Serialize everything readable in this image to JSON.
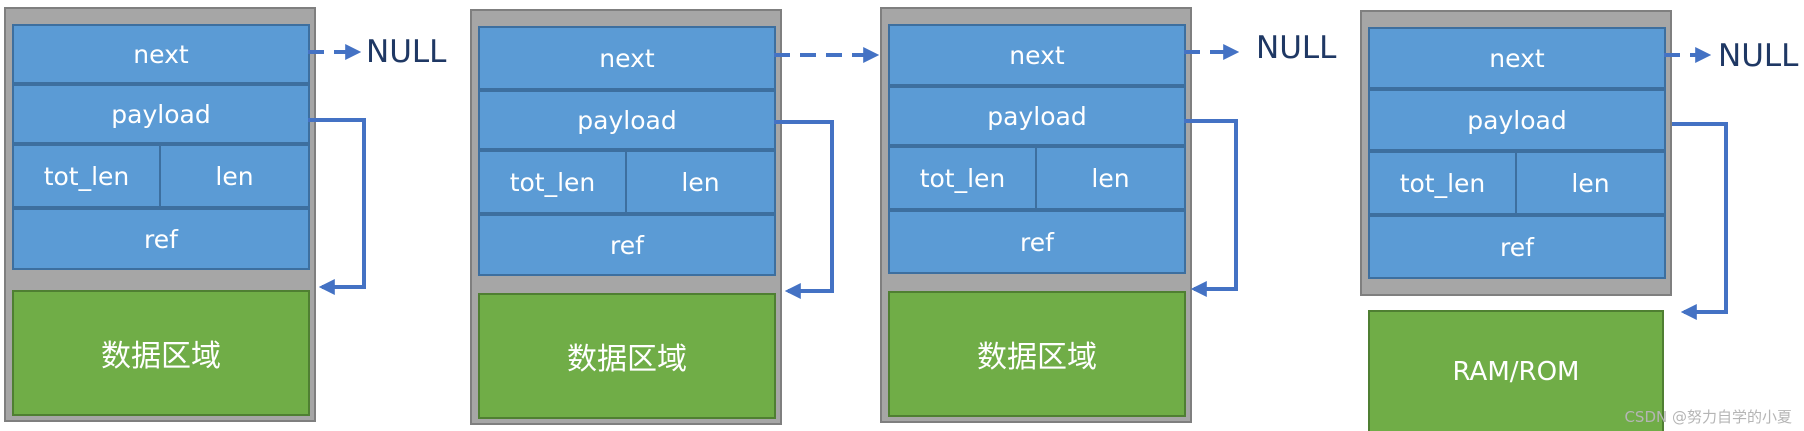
{
  "labels": {
    "next": "next",
    "payload": "payload",
    "tot_len": "tot_len",
    "len": "len",
    "ref": "ref",
    "data_area": "数据区域",
    "ram_rom": "RAM/ROM",
    "null": "NULL"
  },
  "nodes": [
    {
      "id": "pbuf-1",
      "data_label": "数据区域",
      "next_target": "NULL"
    },
    {
      "id": "pbuf-2",
      "data_label": "数据区域",
      "next_target": "pbuf-3"
    },
    {
      "id": "pbuf-3",
      "data_label": "数据区域",
      "next_target": "NULL"
    },
    {
      "id": "pbuf-4",
      "data_label": "RAM/ROM",
      "next_target": "NULL"
    }
  ],
  "watermark": "CSDN @努力自学的小夏",
  "colors": {
    "header_fill": "#5b9bd5",
    "data_fill": "#70ad47",
    "frame_fill": "#a6a6a6",
    "arrow": "#4472c4",
    "null_text": "#1f3864"
  }
}
